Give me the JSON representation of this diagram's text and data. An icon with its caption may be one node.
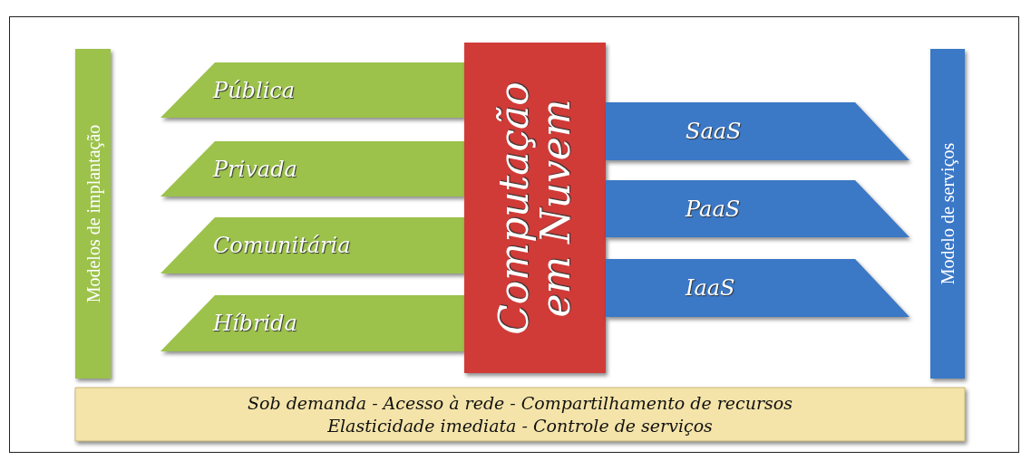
{
  "diagram": {
    "nodes": [
      {
        "text": [
          "Modelos de implantação"
        ]
      },
      {
        "text": [
          "Pública"
        ]
      },
      {
        "text": [
          "Privada"
        ]
      },
      {
        "text": [
          "Comunitária"
        ]
      },
      {
        "text": [
          "Híbrida"
        ]
      },
      {
        "text": [
          "Computação em Nuvem"
        ]
      },
      {
        "text": [
          "SaaS"
        ]
      },
      {
        "text": [
          "PaaS"
        ]
      },
      {
        "text": [
          "IaaS"
        ]
      },
      {
        "text": [
          "Modelo de serviços"
        ]
      },
      {
        "text": [
          "Sob demanda - Acesso à rede - Compartilhamento de recursos",
          "Elasticidade imediata - Controle de serviços"
        ]
      }
    ]
  }
}
